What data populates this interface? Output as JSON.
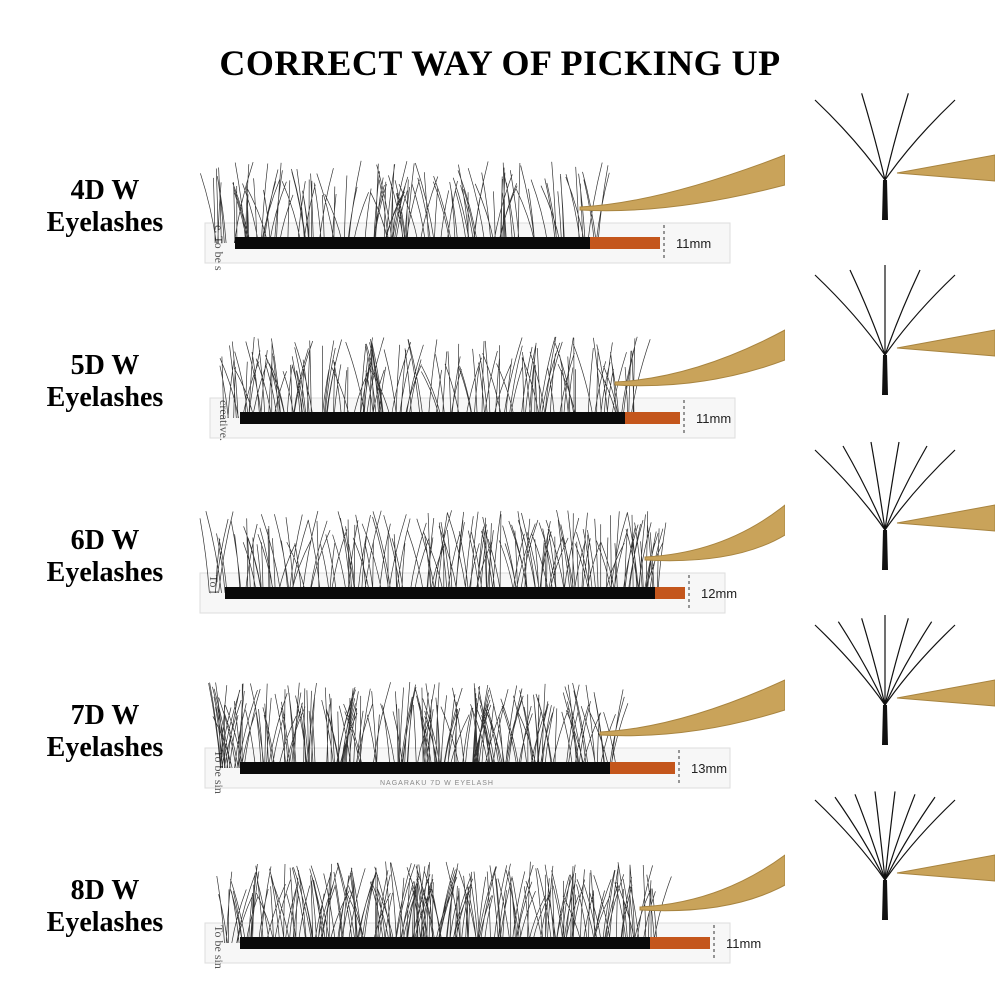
{
  "title": "CORRECT WAY OF PICKING UP",
  "colors": {
    "background": "#ffffff",
    "lash": "#111111",
    "lash_base": "#0a0a0a",
    "tape": "#c4561c",
    "tweezer_gold": "#c9a35a",
    "card": "#f7f7f7"
  },
  "rows": [
    {
      "label_top": "4D W",
      "label_bottom": "Eyelashes",
      "size": "11mm",
      "side_text": "e. To be s",
      "brand_text": "",
      "fan_count": 4
    },
    {
      "label_top": "5D W",
      "label_bottom": "Eyelashes",
      "size": "11mm",
      "side_text": "creative.",
      "brand_text": "",
      "fan_count": 5
    },
    {
      "label_top": "6D W",
      "label_bottom": "Eyelashes",
      "size": "12mm",
      "side_text": "To l",
      "brand_text": "",
      "fan_count": 6
    },
    {
      "label_top": "7D W",
      "label_bottom": "Eyelashes",
      "size": "13mm",
      "side_text": "To be sin",
      "brand_text": "NAGARAKU 7D W EYELASH",
      "fan_count": 7
    },
    {
      "label_top": "8D W",
      "label_bottom": "Eyelashes",
      "size": "11mm",
      "side_text": "To be sin",
      "brand_text": "",
      "fan_count": 8
    }
  ]
}
